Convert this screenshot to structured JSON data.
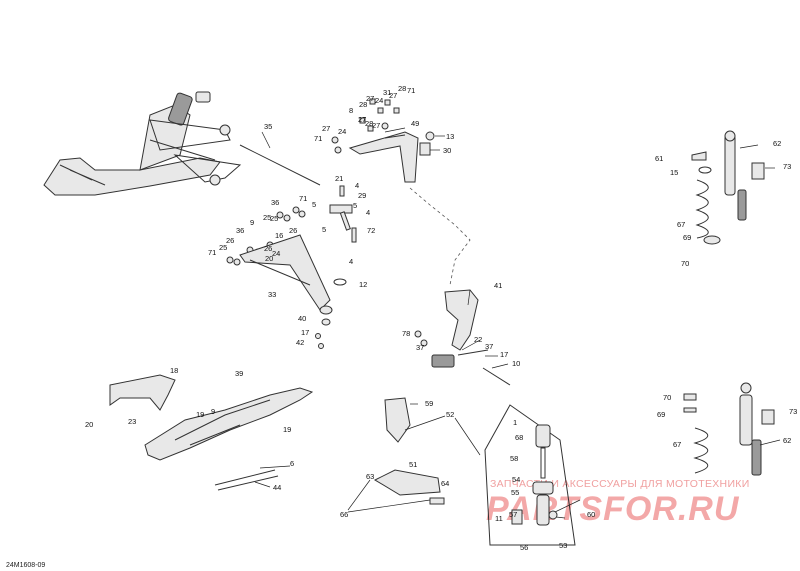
{
  "diagram": {
    "reference_code": "24M1608-09",
    "watermark": {
      "tagline": "ЗАПЧАСТИ И АКСЕССУАРЫ ДЛЯ МОТОТЕХНИКИ",
      "brand": "PARTSFOR.RU"
    },
    "callouts": [
      "35",
      "28",
      "71",
      "31",
      "27",
      "8",
      "27",
      "24",
      "28",
      "27",
      "28",
      "27",
      "49",
      "13",
      "30",
      "27",
      "71",
      "24",
      "21",
      "4",
      "29",
      "5",
      "5",
      "4",
      "72",
      "4",
      "5",
      "36",
      "25",
      "71",
      "25",
      "26",
      "9",
      "36",
      "16",
      "26",
      "71",
      "25",
      "26",
      "24",
      "20",
      "12",
      "33",
      "40",
      "17",
      "42",
      "41",
      "78",
      "37",
      "22",
      "17",
      "37",
      "10",
      "61",
      "62",
      "73",
      "15",
      "67",
      "69",
      "70",
      "18",
      "20",
      "23",
      "39",
      "19",
      "9",
      "19",
      "6",
      "44",
      "59",
      "52",
      "1",
      "68",
      "58",
      "54",
      "55",
      "57",
      "56",
      "11",
      "60",
      "53",
      "51",
      "63",
      "64",
      "66",
      "70",
      "69",
      "73",
      "67",
      "62"
    ]
  }
}
